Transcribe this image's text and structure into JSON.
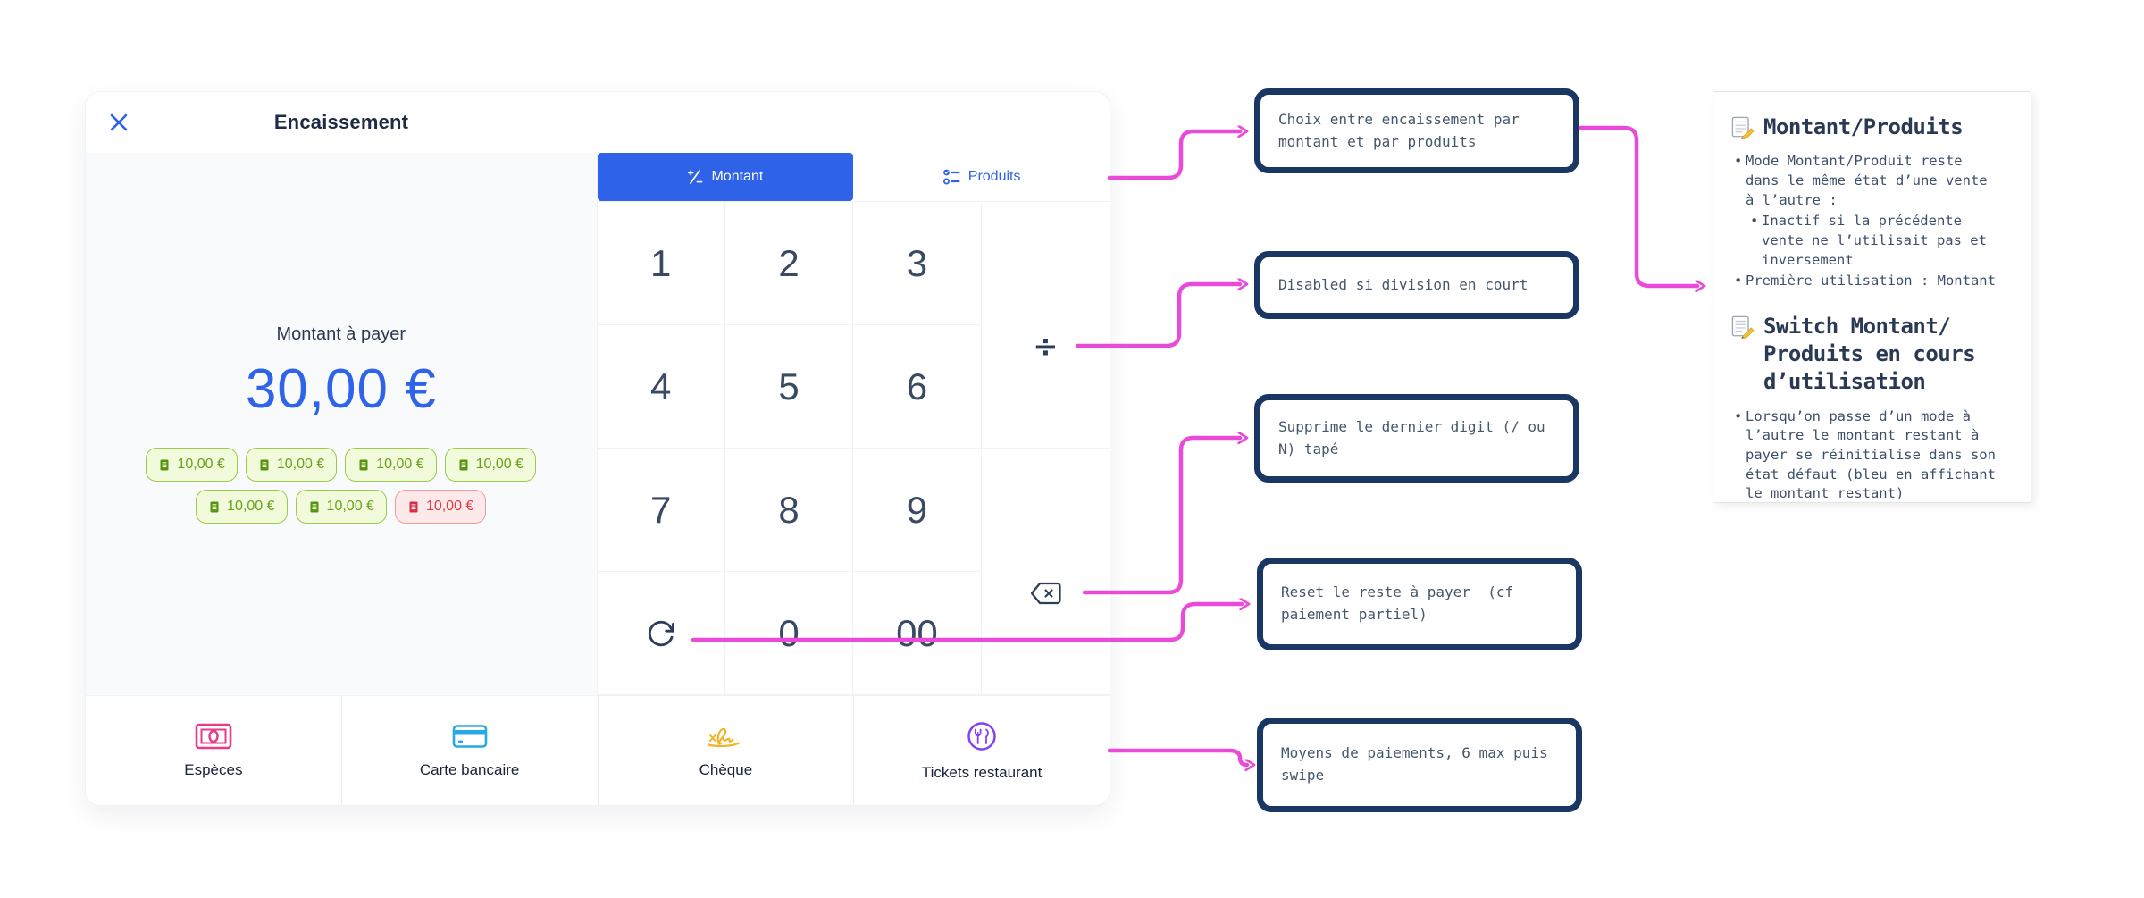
{
  "modal": {
    "title": "Encaissement",
    "payment_panel": {
      "label": "Montant à payer",
      "amount": "30,00 €",
      "chips": [
        {
          "label": "10,00 €",
          "variant": "green"
        },
        {
          "label": "10,00 €",
          "variant": "green"
        },
        {
          "label": "10,00 €",
          "variant": "green"
        },
        {
          "label": "10,00 €",
          "variant": "green"
        },
        {
          "label": "10,00 €",
          "variant": "green"
        },
        {
          "label": "10,00 €",
          "variant": "green"
        },
        {
          "label": "10,00 €",
          "variant": "red"
        }
      ]
    },
    "tabs": {
      "montant": "Montant",
      "produits": "Produits"
    },
    "numpad": {
      "k1": "1",
      "k2": "2",
      "k3": "3",
      "k4": "4",
      "k5": "5",
      "k6": "6",
      "k7": "7",
      "k8": "8",
      "k9": "9",
      "k0": "0",
      "k00": "00",
      "divide": "÷"
    },
    "payment_methods": [
      {
        "label": "Espèces",
        "icon": "banknote-icon"
      },
      {
        "label": "Carte bancaire",
        "icon": "credit-card-icon"
      },
      {
        "label": "Chèque",
        "icon": "signature-icon"
      },
      {
        "label": "Tickets restaurant",
        "icon": "cutlery-circle-icon"
      }
    ]
  },
  "callouts": [
    {
      "text": "Choix entre encaissement par montant et par produits"
    },
    {
      "text": "Disabled si division en court"
    },
    {
      "text": "Supprime le dernier digit (/ ou N) tapé"
    },
    {
      "text": "Reset le reste à payer  (cf paiement partiel)"
    },
    {
      "text": "Moyens de paiements, 6 max puis swipe"
    }
  ],
  "notes": {
    "section1": {
      "title": "Montant/Produits",
      "bullet1": "Mode Montant/Produit reste dans le même état d’une vente à l’autre :",
      "sub_bullet1": "Inactif si la précédente vente ne l’utilisait pas et inversement",
      "bullet2": "Première utilisation : Montant"
    },
    "section2": {
      "title": "Switch Montant/​Produits en cours d’utilisation",
      "bullet1": "Lorsqu’on passe d’un mode à l’autre le montant restant à payer se réinitialise dans son état défaut (bleu en affichant le montant restant)"
    }
  },
  "colors": {
    "accent_blue": "#2e62e8",
    "amount_blue": "#2e63ea",
    "arrow_magenta": "#ea4ad8",
    "callout_border_navy": "#1a3663",
    "chip_green_border": "#9ccb49",
    "chip_red_text": "#e23b47",
    "cash_pink": "#ea3a8c",
    "card_blue": "#27aae1",
    "cheque_yellow": "#f0b429",
    "ticket_purple": "#8440f5"
  }
}
